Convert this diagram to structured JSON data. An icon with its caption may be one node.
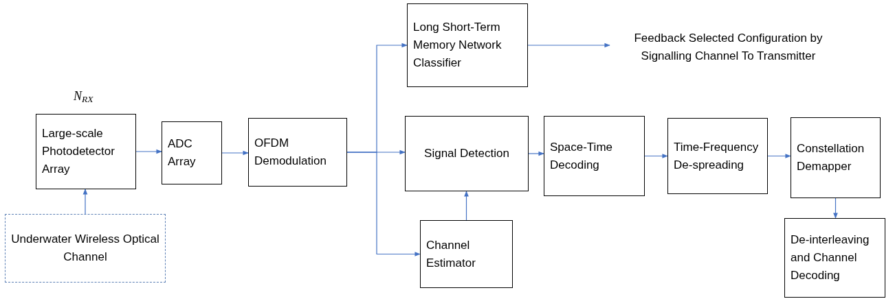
{
  "diagram": {
    "nodes": [
      {
        "text": [
          "Large-scale Photodetector Array"
        ],
        "beside": [
          "N$_{RX}$"
        ]
      },
      {
        "text": [
          "ADC Array"
        ]
      },
      {
        "text": [
          "OFDM Demodulation"
        ]
      },
      {
        "text": [
          "Long Short-Term Memory Network Classifier"
        ]
      },
      {
        "text": [
          "Feedback Selected Configuration by Signalling Channel To Transmitter"
        ]
      },
      {
        "text": [
          "Signal Detection"
        ]
      },
      {
        "text": [
          "Space-Time Decoding"
        ]
      },
      {
        "text": [
          "Time-Frequency De-spreading"
        ]
      },
      {
        "text": [
          "Constellation Demapper"
        ]
      },
      {
        "text": [
          "Underwater Wireless Optical Channel"
        ]
      },
      {
        "text": [
          "Channel Estimator"
        ]
      },
      {
        "text": [
          "De-interleaving and Channel Decoding"
        ]
      }
    ],
    "edges": [
      {
        "from": 9,
        "to": 0,
        "arrow": "to"
      },
      {
        "from": 0,
        "to": 1,
        "arrow": "to"
      },
      {
        "from": 1,
        "to": 2,
        "arrow": "to"
      },
      {
        "from": 2,
        "to": 3,
        "arrow": "to"
      },
      {
        "from": 2,
        "to": 5,
        "arrow": "to"
      },
      {
        "from": 2,
        "to": 10,
        "arrow": "to"
      },
      {
        "from": 10,
        "to": 5,
        "arrow": "to"
      },
      {
        "from": 3,
        "to": 4,
        "arrow": "to"
      },
      {
        "from": 5,
        "to": 6,
        "arrow": "to"
      },
      {
        "from": 6,
        "to": 7,
        "arrow": "to"
      },
      {
        "from": 7,
        "to": 8,
        "arrow": "to"
      },
      {
        "from": 8,
        "to": 11,
        "arrow": "to"
      }
    ]
  }
}
